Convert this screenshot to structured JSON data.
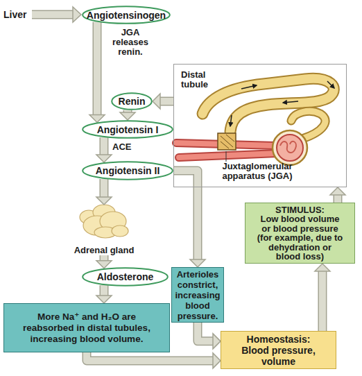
{
  "diagram": {
    "nodes": [
      {
        "text": [
          "Angiotensinogen"
        ]
      },
      {
        "text": [
          "Distal tubule",
          "Juxtaglomerular apparatus (JGA)"
        ]
      },
      {
        "text": [
          "Renin"
        ]
      },
      {
        "text": [
          "Angiotensin I"
        ]
      },
      {
        "text": [
          "Angiotensin II"
        ]
      },
      {
        "text": [
          "Adrenal gland"
        ]
      },
      {
        "text": [
          "Aldosterone"
        ]
      },
      {
        "text": [
          "STIMULUS:",
          "Low blood volume or blood pressure (for example, due to dehydration or blood loss)"
        ]
      },
      {
        "text": [
          "Arterioles constrict, increasing blood pressure."
        ]
      },
      {
        "text": [
          "More Na⁺ and H₂O are reabsorbed in distal tubules, increasing blood volume."
        ]
      },
      {
        "text": [
          "Homeostasis:",
          "Blood pressure, volume"
        ]
      }
    ],
    "edges": [
      {
        "from": 0,
        "to": 3,
        "label": "JGA releases renin.",
        "arrow": "to"
      },
      {
        "from": 2,
        "to": 3,
        "arrow": "to"
      },
      {
        "from": 1,
        "to": 2,
        "arrow": "to"
      },
      {
        "from": 3,
        "to": 4,
        "label": "ACE",
        "arrow": "to"
      },
      {
        "from": 4,
        "to": 5,
        "arrow": "to"
      },
      {
        "from": 5,
        "to": 6,
        "arrow": "to"
      },
      {
        "from": 6,
        "to": 9,
        "arrow": "to"
      },
      {
        "from": 4,
        "to": 8,
        "arrow": "to"
      },
      {
        "from": 9,
        "to": 10,
        "arrow": "to"
      },
      {
        "from": 8,
        "to": 10,
        "arrow": "to"
      },
      {
        "from": 10,
        "to": 7,
        "arrow": "to"
      },
      {
        "from": 7,
        "to": 1,
        "arrow": "to"
      }
    ],
    "labels": [
      "Liver"
    ]
  }
}
